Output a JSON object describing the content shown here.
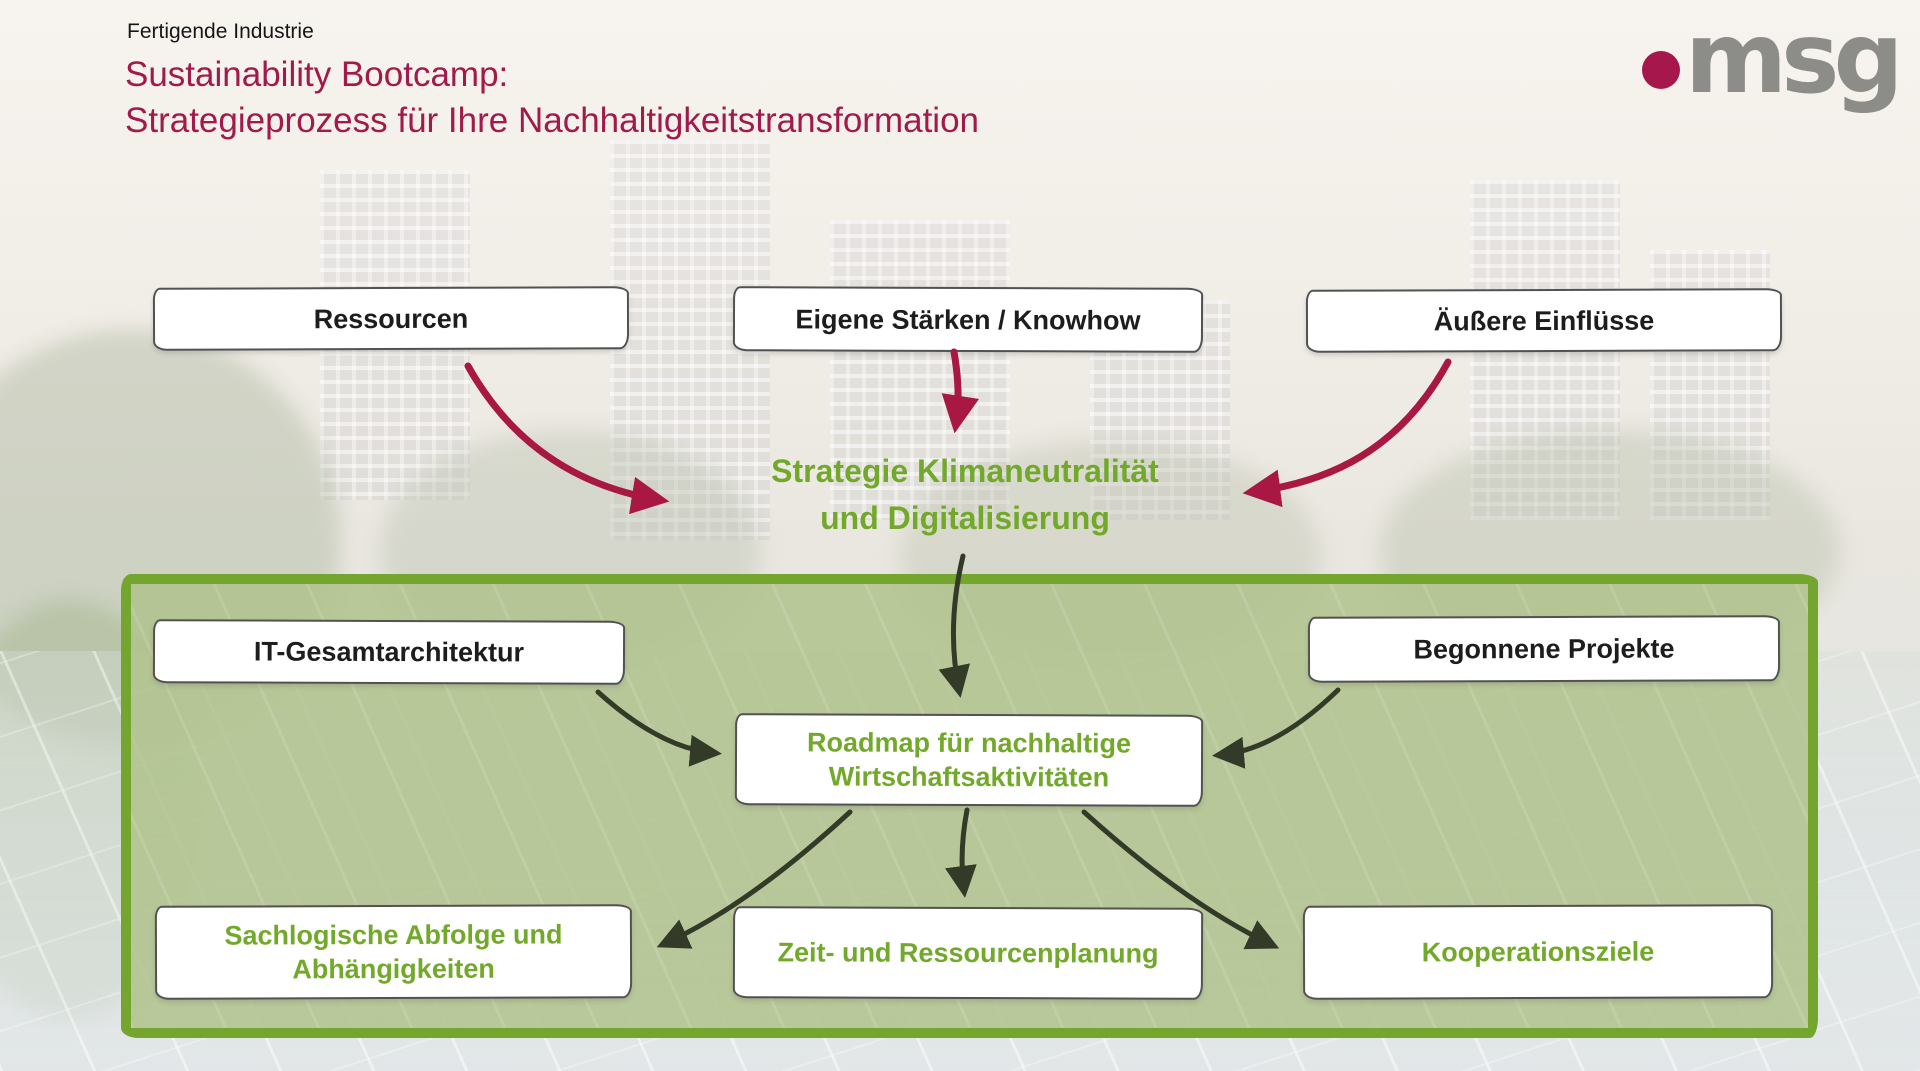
{
  "header": {
    "eyebrow": "Fertigende Industrie",
    "title_line1": "Sustainability Bootcamp:",
    "title_line2": "Strategieprozess für Ihre Nachhaltigkeitstransformation",
    "logo_text": "msg"
  },
  "colors": {
    "title_magenta": "#a21a4b",
    "arrow_magenta": "#a81843",
    "green_text": "#72a92b",
    "frame_border": "#73a52f",
    "frame_fill": "#b6c59b",
    "arrow_dark": "#333a28",
    "logo_gray": "#8c8c89",
    "logo_dot": "#a6174c"
  },
  "inputs": [
    {
      "label": "Ressourcen"
    },
    {
      "label": "Eigene Stärken / Knowhow"
    },
    {
      "label": "Äußere Einflüsse"
    }
  ],
  "strategy": {
    "line1": "Strategie Klimaneutralität",
    "line2": "und Digitalisierung"
  },
  "frame": {
    "left_box": "IT-Gesamtarchitektur",
    "right_box": "Begonnene Projekte",
    "roadmap": {
      "line1": "Roadmap für nachhaltige",
      "line2": "Wirtschaftsaktivitäten"
    },
    "outputs": [
      {
        "label": "Sachlogische Abfolge und Abhängigkeiten"
      },
      {
        "label": "Zeit- und Ressourcenplanung"
      },
      {
        "label": "Kooperationsziele"
      }
    ]
  }
}
